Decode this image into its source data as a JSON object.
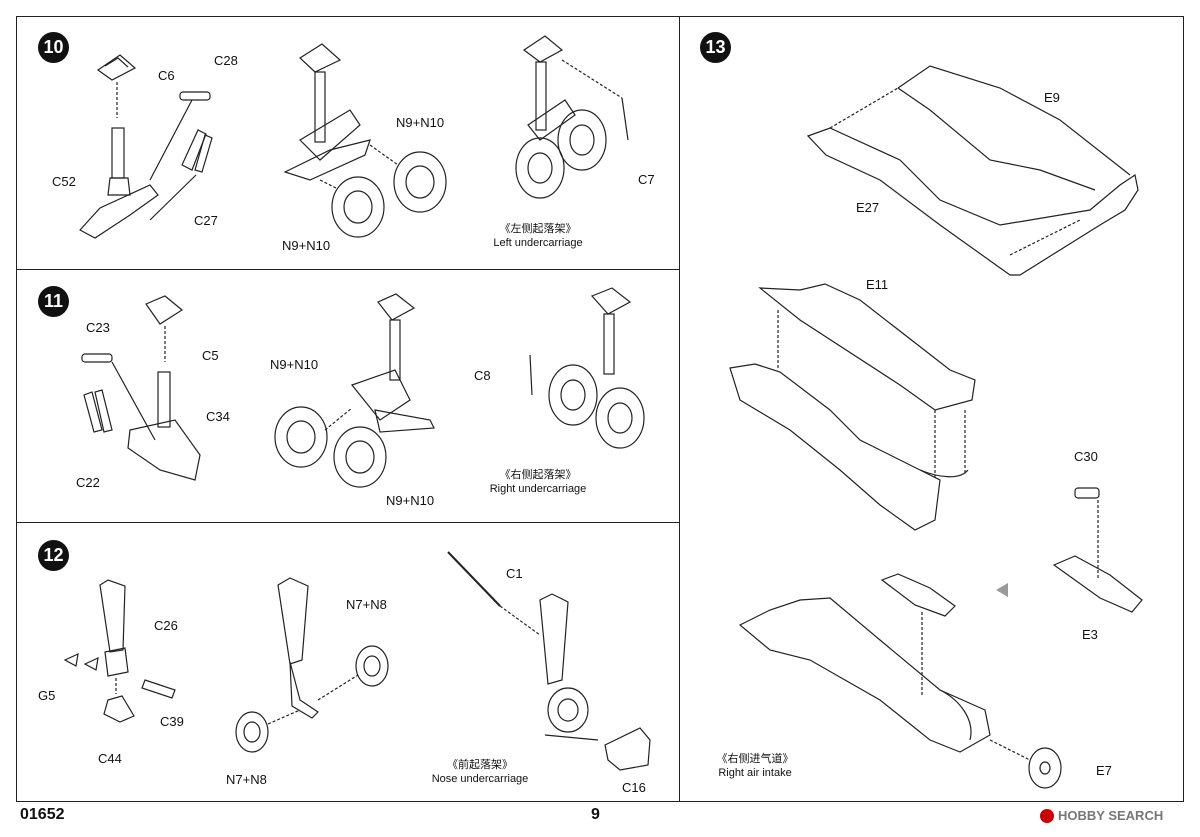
{
  "steps": {
    "s10": {
      "number": "10",
      "labels": {
        "c6": "C6",
        "c28": "C28",
        "c52": "C52",
        "c27": "C27",
        "n9n10_a": "N9+N10",
        "n9n10_b": "N9+N10",
        "c7": "C7"
      },
      "caption_cn": "《左侧起落架》",
      "caption_en": "Left undercarriage"
    },
    "s11": {
      "number": "11",
      "labels": {
        "c23": "C23",
        "c5": "C5",
        "c34": "C34",
        "c22": "C22",
        "n9n10_a": "N9+N10",
        "n9n10_b": "N9+N10",
        "c8": "C8"
      },
      "caption_cn": "《右侧起落架》",
      "caption_en": "Right undercarriage"
    },
    "s12": {
      "number": "12",
      "labels": {
        "c26": "C26",
        "g5": "G5",
        "c39": "C39",
        "c44": "C44",
        "n7n8_a": "N7+N8",
        "n7n8_b": "N7+N8",
        "c1": "C1",
        "c16": "C16"
      },
      "caption_cn": "《前起落架》",
      "caption_en": "Nose undercarriage"
    },
    "s13": {
      "number": "13",
      "labels": {
        "e9": "E9",
        "e27": "E27",
        "e11": "E11",
        "c30": "C30",
        "e3": "E3",
        "e7": "E7"
      },
      "caption_cn": "《右侧进气道》",
      "caption_en": "Right air intake"
    }
  },
  "footer": {
    "code": "01652",
    "page": "9"
  },
  "watermark": {
    "text": "HOBBY SEARCH"
  }
}
